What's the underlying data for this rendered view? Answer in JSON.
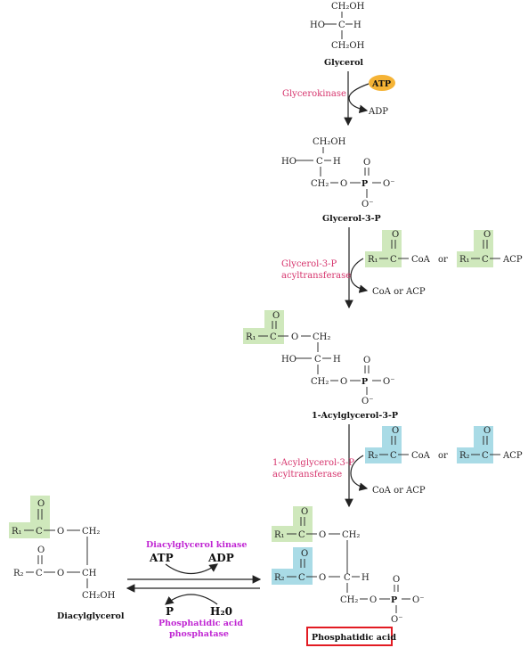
{
  "atoms": {
    "ch2oh": "CH₂OH",
    "ho": "HO",
    "c": "C",
    "h": "H",
    "ch2": "CH₂",
    "o": "O",
    "p": "P",
    "o_minus": "O⁻",
    "ch": "CH",
    "r1": "R₁",
    "r2": "R₂",
    "coa": "CoA",
    "acp": "ACP",
    "or": "or"
  },
  "molecules": {
    "glycerol": "Glycerol",
    "glycerol_3_p": "Glycerol-3-P",
    "acylglycerol_3_p": "1-Acylglycerol-3-P",
    "phosphatidic_acid": "Phosphatidic acid",
    "diacylglycerol": "Diacylglycerol"
  },
  "enzymes": {
    "glycerokinase": "Glycerokinase",
    "g3p_acyltransferase_1": "Glycerol-3-P",
    "g3p_acyltransferase_2": "acyltransferase",
    "acg3p_acyltransferase_1": "1-Acylglycerol-3-P",
    "acg3p_acyltransferase_2": "acyltransferase",
    "dag_kinase": "Diacylglycerol kinase",
    "pa_phosphatase_1": "Phosphatidic acid",
    "pa_phosphatase_2": "phosphatase"
  },
  "cofactors": {
    "atp": "ATP",
    "adp": "ADP",
    "coa_or_acp": "CoA  or  ACP",
    "p": "P",
    "h2o": "H₂0"
  },
  "colors": {
    "green_highlight": "#cfe8bc",
    "blue_highlight": "#a9dbe6",
    "atp_badge": "#f5b335",
    "enzyme_pink": "#d6336c",
    "enzyme_magenta": "#c026d3",
    "product_box": "#e21b23"
  }
}
